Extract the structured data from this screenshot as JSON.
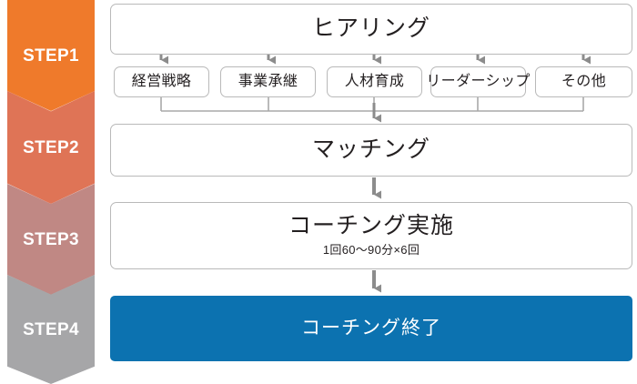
{
  "steps": [
    {
      "label": "STEP1",
      "color": "#ef7a2b"
    },
    {
      "label": "STEP2",
      "color": "#df7456"
    },
    {
      "label": "STEP3",
      "color": "#c08884"
    },
    {
      "label": "STEP4",
      "color": "#a6a6a8"
    }
  ],
  "flow": {
    "hearing": {
      "title": "ヒアリング"
    },
    "categories": [
      {
        "label": "経営戦略"
      },
      {
        "label": "事業承継"
      },
      {
        "label": "人材育成"
      },
      {
        "label": "リーダーシップ"
      },
      {
        "label": "その他"
      }
    ],
    "matching": {
      "title": "マッチング"
    },
    "coaching": {
      "title": "コーチング実施",
      "subtitle": "1回60〜90分×6回"
    },
    "finish": {
      "title": "コーチング終了",
      "color": "#0c72b0"
    }
  },
  "colors": {
    "box_border": "#b9b9b9",
    "arrow": "#8c8c8c",
    "text": "#231f20",
    "background": "#ffffff"
  }
}
